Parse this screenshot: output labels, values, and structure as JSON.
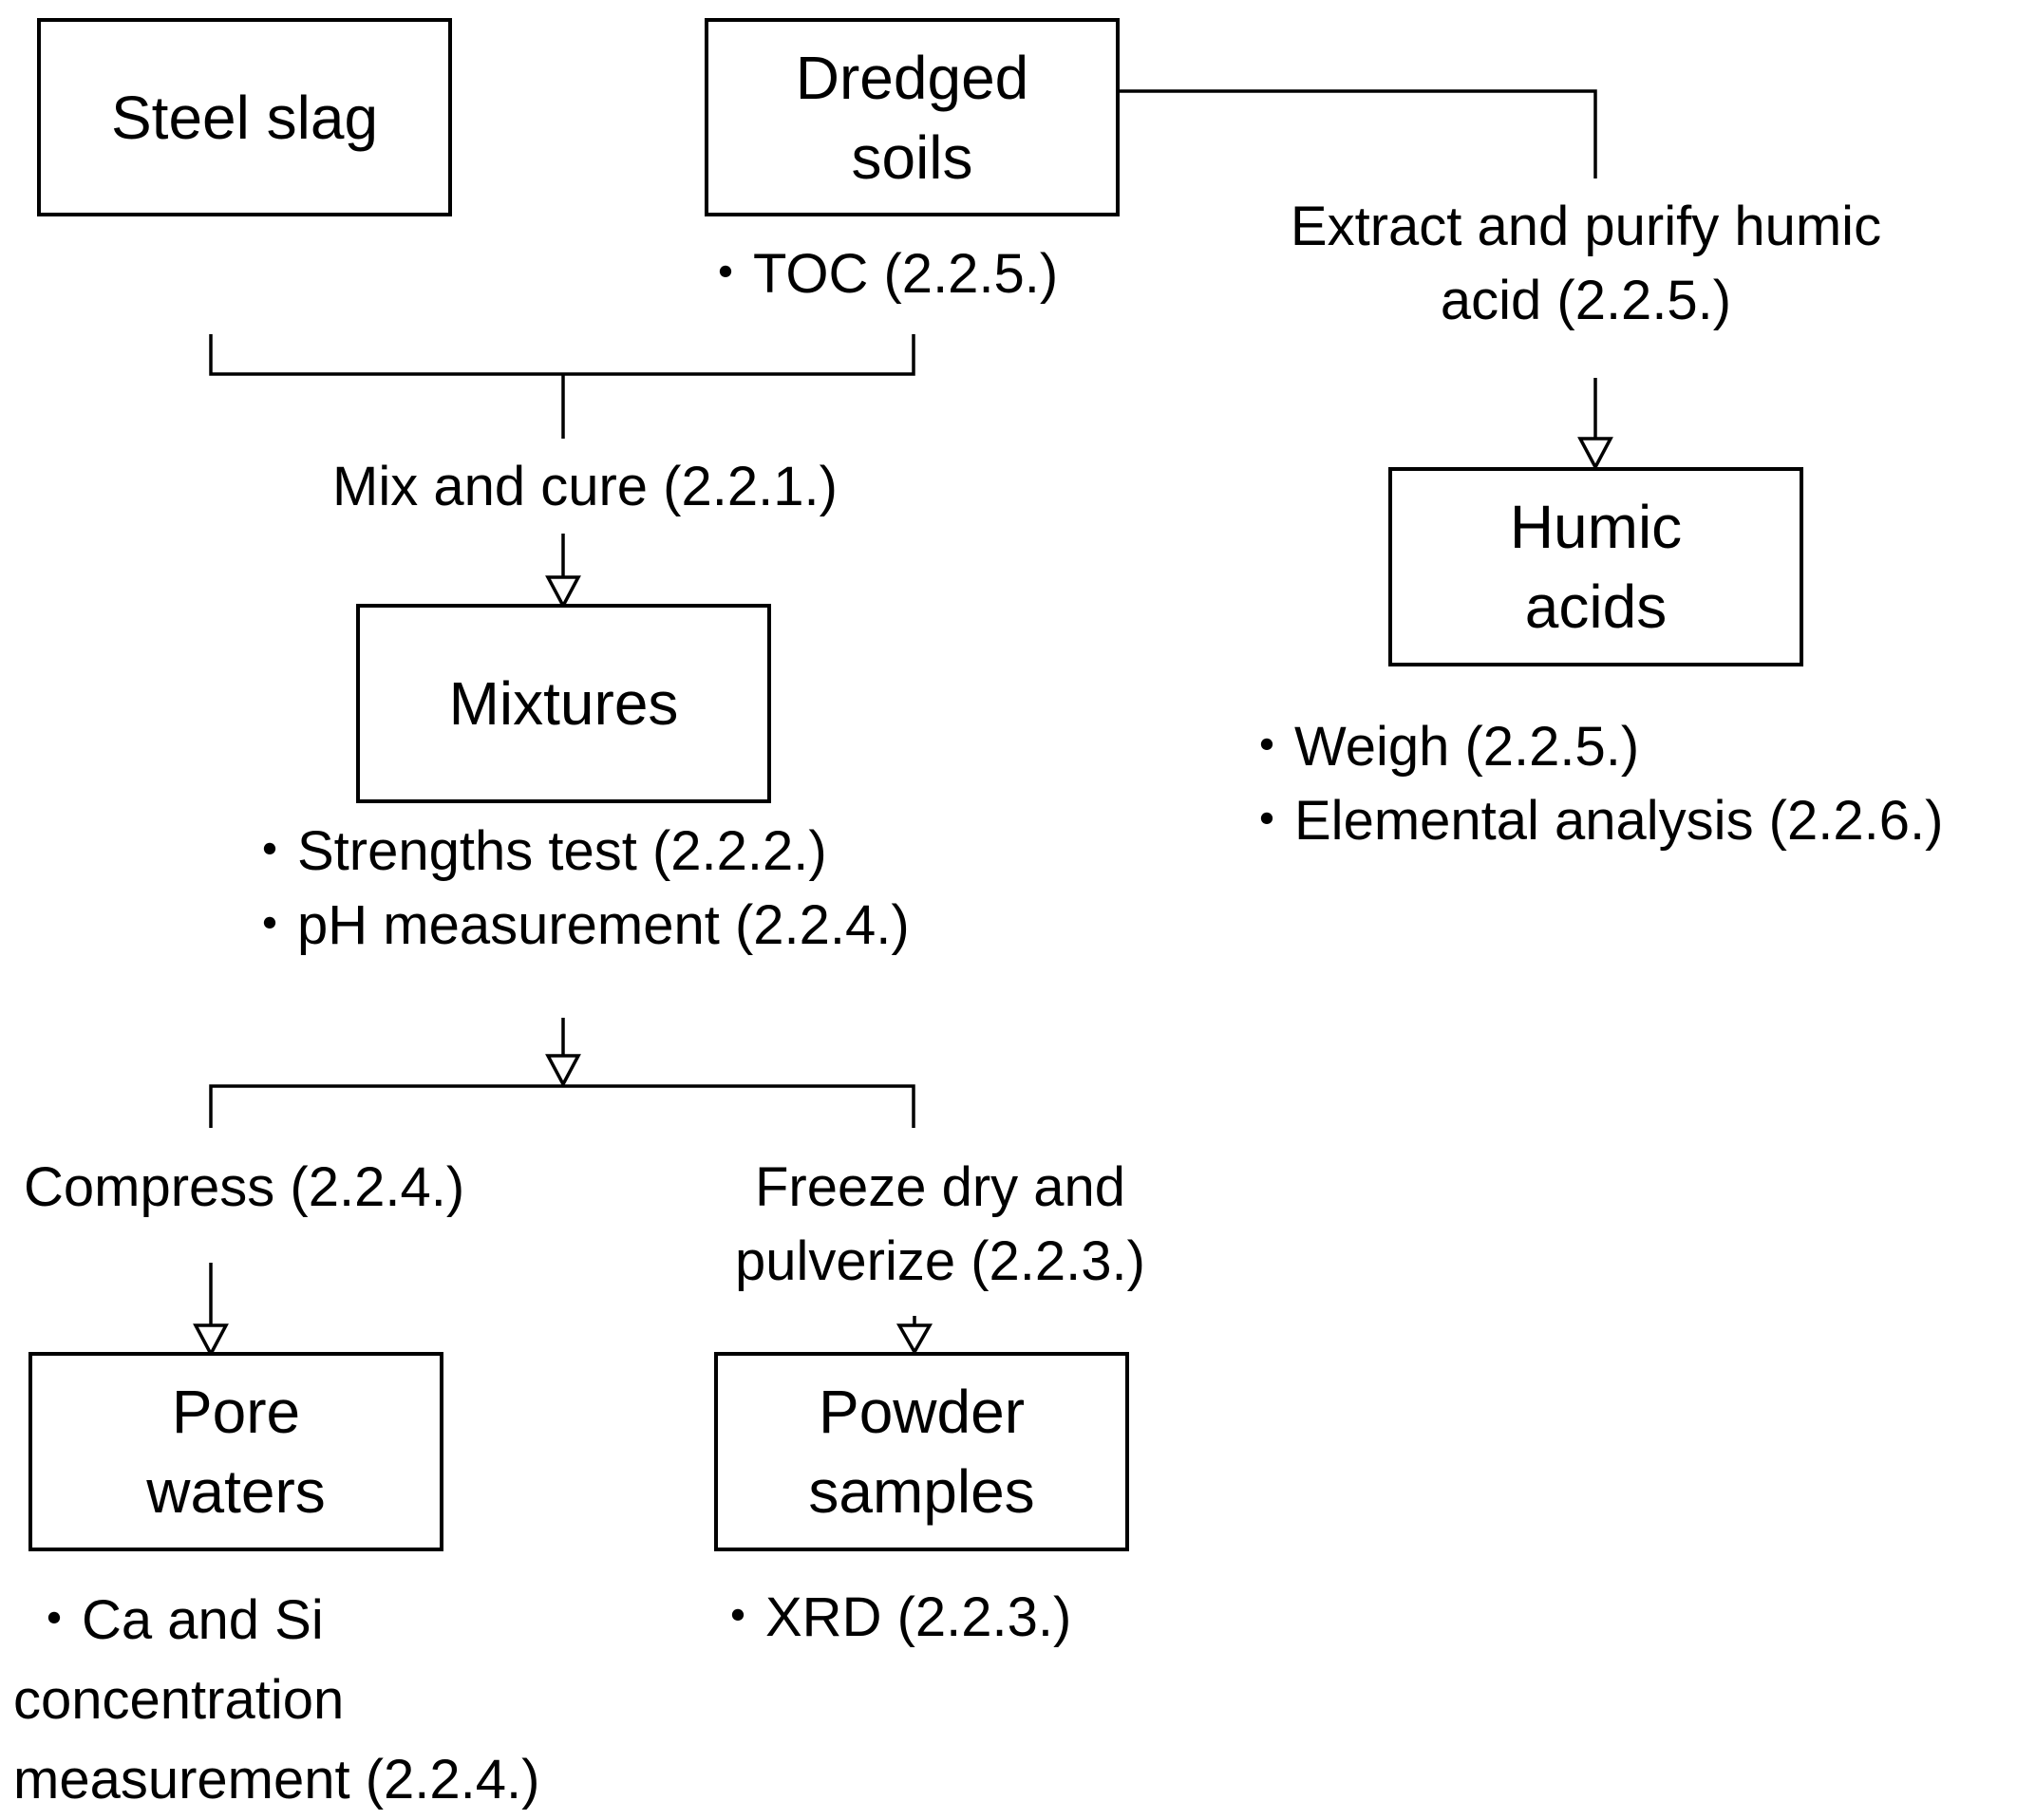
{
  "boxes": {
    "steel_slag": [
      "Steel slag"
    ],
    "dredged_soils": [
      "Dredged",
      "soils"
    ],
    "mixtures": [
      "Mixtures"
    ],
    "humic_acids": [
      "Humic",
      "acids"
    ],
    "pore_waters": [
      "Pore",
      "waters"
    ],
    "powder_samples": [
      "Powder",
      "samples"
    ]
  },
  "steps": {
    "mix_cure": "Mix and cure  (2.2.1.)",
    "extract": [
      "Extract and purify humic",
      "acid (2.2.5.)"
    ],
    "compress": "Compress (2.2.4.)",
    "freeze": [
      "Freeze dry and",
      "pulverize (2.2.3.)"
    ]
  },
  "analyses": {
    "toc": "・TOC (2.2.5.)",
    "mixtures": [
      "・Strengths test (2.2.2.)",
      "・pH measurement (2.2.4.)"
    ],
    "humic": [
      "・Weigh (2.2.5.)",
      "・Elemental analysis (2.2.6.)"
    ],
    "pore": [
      "・Ca and Si",
      "concentration",
      "measurement (2.2.4.)"
    ],
    "powder": "・XRD (2.2.3.)"
  }
}
